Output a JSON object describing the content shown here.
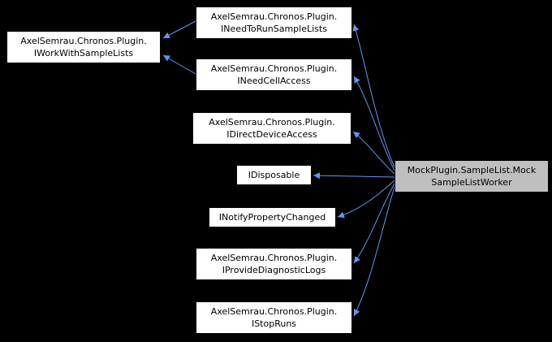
{
  "diagram_type": "inheritance-graph",
  "colors": {
    "background": "#000000",
    "node_fill": "#ffffff",
    "node_text": "#000000",
    "highlight_node_fill": "#bfbfbf",
    "arrow": "#6495ed"
  },
  "nodes": {
    "iworkwithsamplelists": {
      "line1": "AxelSemrau.Chronos.Plugin.",
      "line2": "IWorkWithSampleLists"
    },
    "ineedtorunsamplelists": {
      "line1": "AxelSemrau.Chronos.Plugin.",
      "line2": "INeedToRunSampleLists"
    },
    "ineedcellaccess": {
      "line1": "AxelSemrau.Chronos.Plugin.",
      "line2": "INeedCellAccess"
    },
    "idirectdeviceaccess": {
      "line1": "AxelSemrau.Chronos.Plugin.",
      "line2": "IDirectDeviceAccess"
    },
    "idisposable": {
      "line1": "IDisposable"
    },
    "inotifypropertychanged": {
      "line1": "INotifyPropertyChanged"
    },
    "iprovidediagnosticlogs": {
      "line1": "AxelSemrau.Chronos.Plugin.",
      "line2": "IProvideDiagnosticLogs"
    },
    "istopruns": {
      "line1": "AxelSemrau.Chronos.Plugin.",
      "line2": "IStopRuns"
    },
    "mocksamplelistworker": {
      "line1": "MockPlugin.SampleList.Mock",
      "line2": "SampleListWorker"
    }
  },
  "edges": [
    {
      "from": "ineedtorunsamplelists",
      "to": "iworkwithsamplelists"
    },
    {
      "from": "ineedcellaccess",
      "to": "iworkwithsamplelists"
    },
    {
      "from": "mocksamplelistworker",
      "to": "ineedtorunsamplelists"
    },
    {
      "from": "mocksamplelistworker",
      "to": "ineedcellaccess"
    },
    {
      "from": "mocksamplelistworker",
      "to": "idirectdeviceaccess"
    },
    {
      "from": "mocksamplelistworker",
      "to": "idisposable"
    },
    {
      "from": "mocksamplelistworker",
      "to": "inotifypropertychanged"
    },
    {
      "from": "mocksamplelistworker",
      "to": "iprovidediagnosticlogs"
    },
    {
      "from": "mocksamplelistworker",
      "to": "istopruns"
    }
  ]
}
